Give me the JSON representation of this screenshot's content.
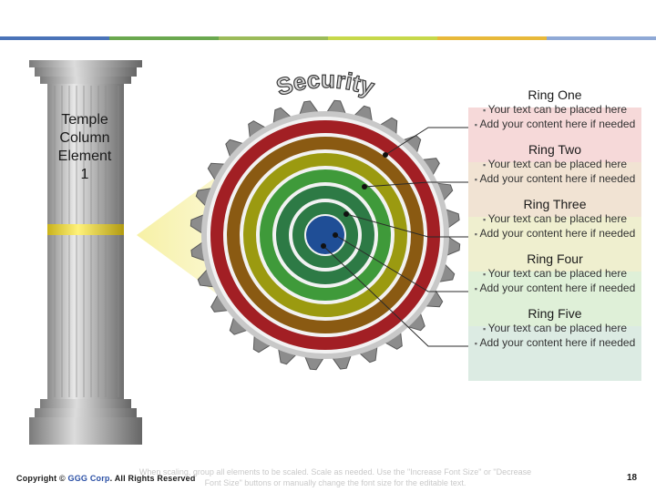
{
  "colors": {
    "topbar": [
      "#4a73b8",
      "#6aa84f",
      "#9bbb59",
      "#c6d84a",
      "#e8b93a",
      "#8fa9d6"
    ],
    "rings": [
      "#a21f24",
      "#8a5a12",
      "#9b9a10",
      "#3f9a3a",
      "#2d7a45",
      "#1f4e96"
    ],
    "panel": [
      "#f6d9d9",
      "#f1e3d3",
      "#efefcf",
      "#dff0d8",
      "#dcebe3"
    ]
  },
  "gear_title": "Security",
  "pillar": {
    "label": "Temple\nColumn\nElement\n1"
  },
  "rings": [
    {
      "title": "Ring One",
      "lines": [
        "Your text can be placed here",
        "Add your content here if needed"
      ]
    },
    {
      "title": "Ring Two",
      "lines": [
        "Your text can be placed here",
        "Add your content here if needed"
      ]
    },
    {
      "title": "Ring Three",
      "lines": [
        "Your text can be placed here",
        "Add your content here if needed"
      ]
    },
    {
      "title": "Ring Four",
      "lines": [
        "Your text can be placed here",
        "Add your content here if needed"
      ]
    },
    {
      "title": "Ring Five",
      "lines": [
        "Your text can be placed here",
        "Add your content here if needed"
      ]
    }
  ],
  "footer": {
    "copyright_prefix": "Copyright ©",
    "brand": "GGG Corp",
    "rights": ". All Rights Reserved",
    "note": "When scaling, group all elements to be scaled. Scale as needed. Use the \"Increase Font Size\" or \"Decrease Font Size\" buttons or manually change the font size for the editable text.",
    "page": "18"
  }
}
